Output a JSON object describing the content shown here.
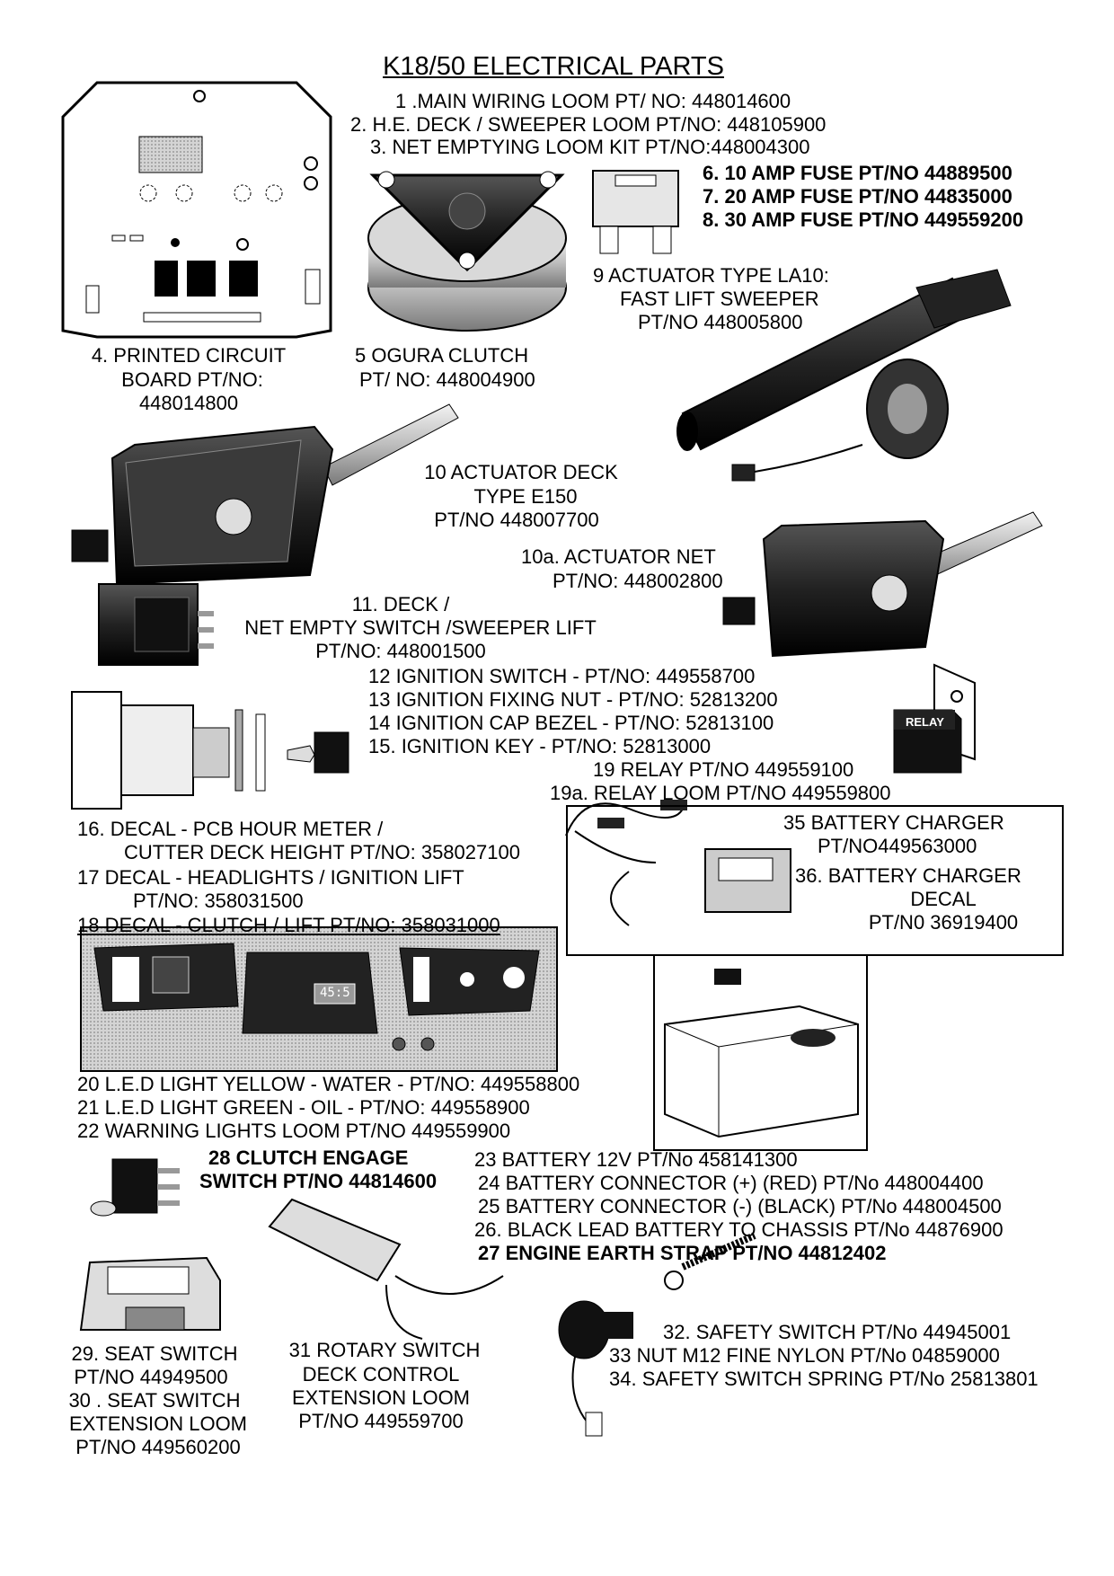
{
  "title": "K18/50 ELECTRICAL PARTS",
  "parts_top": {
    "p1": "1 .MAIN WIRING LOOM PT/ NO: 448014600",
    "p2": "2. H.E. DECK / SWEEPER LOOM PT/NO: 448105900",
    "p3": "3. NET EMPTYING LOOM KIT PT/NO:448004300"
  },
  "fuses": {
    "p6": "6. 10 AMP FUSE PT/NO 44889500",
    "p7": "7. 20 AMP FUSE PT/NO 44835000",
    "p8": "8. 30 AMP FUSE PT/NO 449559200"
  },
  "pcb": {
    "line1": "4. PRINTED CIRCUIT",
    "line2": "BOARD  PT/NO:",
    "line3": "448014800"
  },
  "clutch": {
    "line1": "5 OGURA CLUTCH",
    "line2": "PT/ NO: 448004900"
  },
  "actuator9": {
    "line1": "9 ACTUATOR TYPE LA10:",
    "line2": "FAST LIFT SWEEPER",
    "line3": "PT/NO 448005800"
  },
  "actuator10": {
    "line1": "10 ACTUATOR DECK",
    "line2": "TYPE E150",
    "line3": "PT/NO 448007700"
  },
  "actuator10a": {
    "line1": "10a.  ACTUATOR NET",
    "line2": "PT/NO: 448002800"
  },
  "switch11": {
    "line1": "11. DECK /",
    "line2": "NET EMPTY SWITCH /SWEEPER LIFT",
    "line3": "PT/NO: 448001500"
  },
  "ignition": {
    "p12": "12 IGNITION SWITCH - PT/NO: 449558700",
    "p13": "13 IGNITION FIXING NUT - PT/NO: 52813200",
    "p14": "14 IGNITION CAP BEZEL - PT/NO: 52813100",
    "p15": "15. IGNITION KEY - PT/NO: 52813000"
  },
  "relay": {
    "p19": "19 RELAY PT/NO 449559100",
    "p19a": "19a. RELAY LOOM PT/NO 449559800",
    "label": "RELAY"
  },
  "decals": {
    "p16a": "16. DECAL - PCB HOUR METER /",
    "p16b": "CUTTER DECK HEIGHT PT/NO: 358027100",
    "p17a": "17 DECAL - HEADLIGHTS / IGNITION LIFT",
    "p17b": "PT/NO: 358031500",
    "p18": "18 DECAL - CLUTCH / LIFT PT/NO: 358031000"
  },
  "charger": {
    "p35a": "35 BATTERY CHARGER",
    "p35b": "PT/NO449563000",
    "p36a": "36. BATTERY CHARGER",
    "p36b": "DECAL",
    "p36c": "PT/N0 36919400"
  },
  "panel": {
    "display": "45:5"
  },
  "leds": {
    "p20": "20 L.E.D LIGHT YELLOW - WATER - PT/NO: 449558800",
    "p21": "21 L.E.D LIGHT GREEN - OIL - PT/NO: 449558900",
    "p22": "22 WARNING LIGHTS LOOM PT/NO 449559900"
  },
  "clutch_switch": {
    "line1": "28 CLUTCH ENGAGE",
    "line2": "SWITCH PT/NO 44814600"
  },
  "battery": {
    "p23": "23 BATTERY 12V  PT/No 458141300",
    "p24": "24 BATTERY CONNECTOR (+) (RED)  PT/No 448004400",
    "p25": "25 BATTERY CONNECTOR (-) (BLACK)  PT/No 448004500",
    "p26": "26. BLACK LEAD BATTERY TO CHASSIS  PT/No  44876900",
    "p27": "27 ENGINE EARTH STRAP PT/NO 44812402"
  },
  "seat": {
    "p29a": "29. SEAT SWITCH",
    "p29b": "PT/NO 44949500",
    "p30a": "30 . SEAT SWITCH",
    "p30b": "EXTENSION LOOM",
    "p30c": "PT/NO 449560200"
  },
  "rotary": {
    "line1": "31 ROTARY SWITCH",
    "line2": "DECK CONTROL",
    "line3": "EXTENSION LOOM",
    "line4": "PT/NO 449559700"
  },
  "safety": {
    "p32": "32. SAFETY SWITCH PT/No 44945001",
    "p33": "33 NUT M12 FINE NYLON PT/No 04859000",
    "p34": "34. SAFETY SWITCH SPRING PT/No 25813801"
  }
}
